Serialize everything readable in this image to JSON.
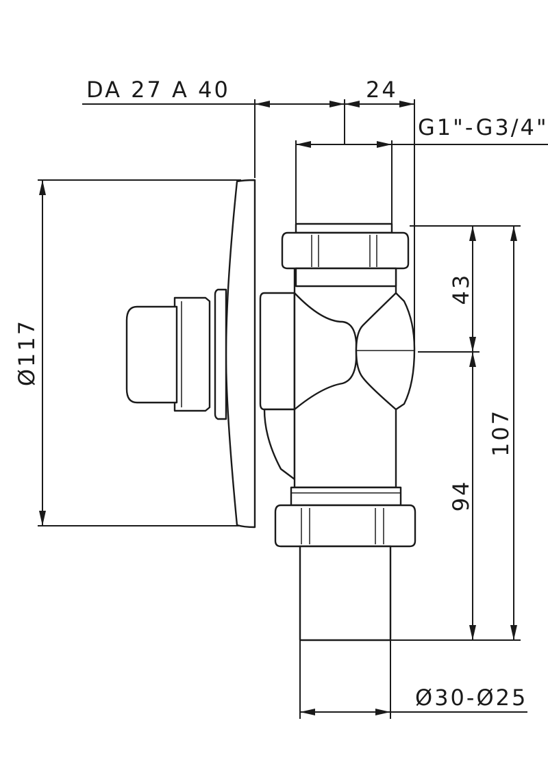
{
  "dimensions": {
    "range_label": "DA 27 A 40",
    "width_24": "24",
    "thread_spec": "G1\"-G3/4\"",
    "diameter_117": "Ø117",
    "height_43": "43",
    "height_94": "94",
    "height_107": "107",
    "pipe_diameter": "Ø30-Ø25"
  }
}
